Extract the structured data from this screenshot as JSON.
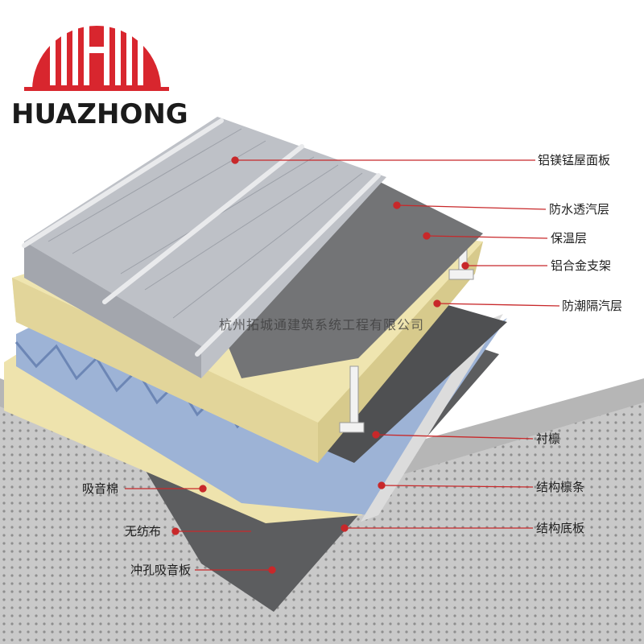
{
  "logo": {
    "text": "HUAZHONG"
  },
  "watermark": "杭州拓城通建筑系统工程有限公司",
  "labels": {
    "right": [
      "铝镁锰屋面板",
      "防水透汽层",
      "保温层",
      "铝合金支架",
      "防潮隔汽层",
      "衬檩",
      "结构檩条",
      "结构底板"
    ],
    "left": [
      "吸音棉",
      "无纺布",
      "冲孔吸音板"
    ]
  },
  "colors": {
    "brand_red": "#d8262e",
    "roof_panel": "#b9bcc2",
    "membrane": "#6e6f71",
    "insulation": "#efe5b0",
    "deck_blue": "#9fb4d6",
    "leader_red": "#c8282a"
  }
}
